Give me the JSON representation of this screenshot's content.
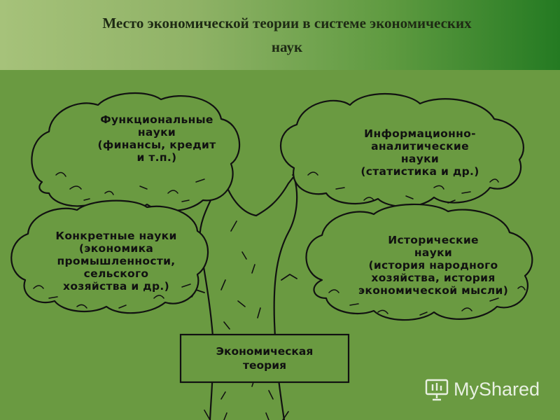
{
  "slide": {
    "title_line1": "Место экономической теории в системе экономических",
    "title_line2": "наук"
  },
  "tree": {
    "crowns": [
      {
        "id": "functional",
        "lines": [
          "Функциональные",
          "науки",
          "(финансы, кредит",
          "и т.п.)"
        ]
      },
      {
        "id": "information",
        "lines": [
          "Информационно-",
          "аналитические",
          "науки",
          "(статистика и др.)"
        ]
      },
      {
        "id": "concrete",
        "lines": [
          "Конкретные науки",
          "(экономика",
          "промышленности,",
          "сельского",
          "хозяйства и др.)"
        ]
      },
      {
        "id": "historical",
        "lines": [
          "Исторические",
          "науки",
          "(история народного",
          "хозяйства, история",
          "экономической мысли)"
        ]
      }
    ],
    "base": {
      "lines": [
        "Экономическая",
        "теория"
      ]
    }
  },
  "watermark": {
    "text": "MyShared",
    "icon": "presentation-board-icon"
  },
  "colors": {
    "background": "#6a9a41",
    "header_left": "#a6c27a",
    "header_right": "#247a22",
    "ink": "#111111"
  }
}
